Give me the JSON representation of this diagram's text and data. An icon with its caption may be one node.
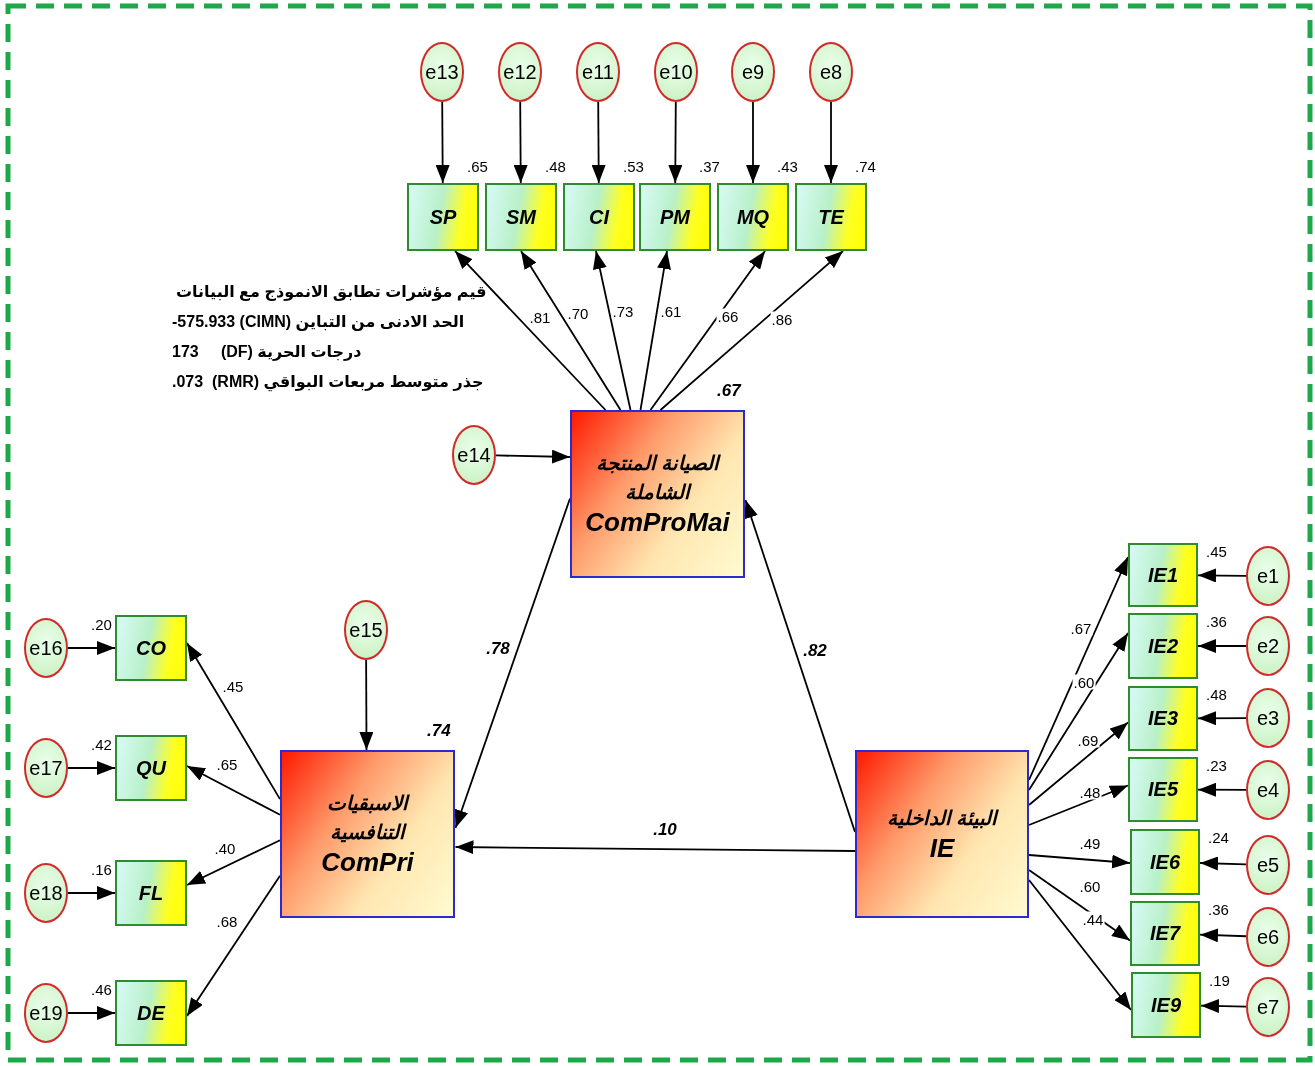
{
  "diagram": {
    "nodes": [
      {
        "text": [
          "الصيانة المنتجة الشاملة",
          "ComProMai"
        ],
        "beside": [
          ".67"
        ]
      },
      {
        "text": [
          "الاسبقيات التنافسية",
          "ComPri"
        ],
        "beside": [
          ".74"
        ]
      },
      {
        "text": [
          "البيئة الداخلية",
          "IE"
        ]
      },
      {
        "text": [
          "SP"
        ],
        "beside": [
          ".65"
        ]
      },
      {
        "text": [
          "SM"
        ],
        "beside": [
          ".48"
        ]
      },
      {
        "text": [
          "CI"
        ],
        "beside": [
          ".53"
        ]
      },
      {
        "text": [
          "PM"
        ],
        "beside": [
          ".37"
        ]
      },
      {
        "text": [
          "MQ"
        ],
        "beside": [
          ".43"
        ]
      },
      {
        "text": [
          "TE"
        ],
        "beside": [
          ".74"
        ]
      },
      {
        "text": [
          "IE1"
        ],
        "beside": [
          ".45"
        ]
      },
      {
        "text": [
          "IE2"
        ],
        "beside": [
          ".36"
        ]
      },
      {
        "text": [
          "IE3"
        ],
        "beside": [
          ".48"
        ]
      },
      {
        "text": [
          "IE5"
        ],
        "beside": [
          ".23"
        ]
      },
      {
        "text": [
          "IE6"
        ],
        "beside": [
          ".24"
        ]
      },
      {
        "text": [
          "IE7"
        ],
        "beside": [
          ".36"
        ]
      },
      {
        "text": [
          "IE9"
        ],
        "beside": [
          ".19"
        ]
      },
      {
        "text": [
          "CO"
        ],
        "beside": [
          ".20"
        ]
      },
      {
        "text": [
          "QU"
        ],
        "beside": [
          ".42"
        ]
      },
      {
        "text": [
          "FL"
        ],
        "beside": [
          ".16"
        ]
      },
      {
        "text": [
          "DE"
        ],
        "beside": [
          ".46"
        ]
      },
      {
        "text": [
          "e13"
        ]
      },
      {
        "text": [
          "e12"
        ]
      },
      {
        "text": [
          "e11"
        ]
      },
      {
        "text": [
          "e10"
        ]
      },
      {
        "text": [
          "e9"
        ]
      },
      {
        "text": [
          "e8"
        ]
      },
      {
        "text": [
          "e14"
        ]
      },
      {
        "text": [
          "e15"
        ]
      },
      {
        "text": [
          "e1"
        ]
      },
      {
        "text": [
          "e2"
        ]
      },
      {
        "text": [
          "e3"
        ]
      },
      {
        "text": [
          "e4"
        ]
      },
      {
        "text": [
          "e5"
        ]
      },
      {
        "text": [
          "e6"
        ]
      },
      {
        "text": [
          "e7"
        ]
      },
      {
        "text": [
          "e16"
        ]
      },
      {
        "text": [
          "e17"
        ]
      },
      {
        "text": [
          "e18"
        ]
      },
      {
        "text": [
          "e19"
        ]
      }
    ],
    "edges": [
      {
        "from": 0,
        "to": 3,
        "arrow": "to",
        "label": ".81"
      },
      {
        "from": 0,
        "to": 4,
        "arrow": "to",
        "label": ".70"
      },
      {
        "from": 0,
        "to": 5,
        "arrow": "to",
        "label": ".73"
      },
      {
        "from": 0,
        "to": 6,
        "arrow": "to",
        "label": ".61"
      },
      {
        "from": 0,
        "to": 7,
        "arrow": "to",
        "label": ".66"
      },
      {
        "from": 0,
        "to": 8,
        "arrow": "to",
        "label": ".86"
      },
      {
        "from": 2,
        "to": 9,
        "arrow": "to",
        "label": ".67"
      },
      {
        "from": 2,
        "to": 10,
        "arrow": "to",
        "label": ".60"
      },
      {
        "from": 2,
        "to": 11,
        "arrow": "to",
        "label": ".69"
      },
      {
        "from": 2,
        "to": 12,
        "arrow": "to",
        "label": ".48"
      },
      {
        "from": 2,
        "to": 13,
        "arrow": "to",
        "label": ".49"
      },
      {
        "from": 2,
        "to": 14,
        "arrow": "to",
        "label": ".60"
      },
      {
        "from": 2,
        "to": 15,
        "arrow": "to",
        "label": ".44"
      },
      {
        "from": 1,
        "to": 16,
        "arrow": "to",
        "label": ".45"
      },
      {
        "from": 1,
        "to": 17,
        "arrow": "to",
        "label": ".65"
      },
      {
        "from": 1,
        "to": 18,
        "arrow": "to",
        "label": ".40"
      },
      {
        "from": 1,
        "to": 19,
        "arrow": "to",
        "label": ".68"
      },
      {
        "from": 0,
        "to": 1,
        "arrow": "to",
        "label": ".78"
      },
      {
        "from": 2,
        "to": 0,
        "arrow": "to",
        "label": ".82"
      },
      {
        "from": 2,
        "to": 1,
        "arrow": "to",
        "label": ".10"
      },
      {
        "from": 20,
        "to": 3,
        "arrow": "to"
      },
      {
        "from": 21,
        "to": 4,
        "arrow": "to"
      },
      {
        "from": 22,
        "to": 5,
        "arrow": "to"
      },
      {
        "from": 23,
        "to": 6,
        "arrow": "to"
      },
      {
        "from": 24,
        "to": 7,
        "arrow": "to"
      },
      {
        "from": 25,
        "to": 8,
        "arrow": "to"
      },
      {
        "from": 26,
        "to": 0,
        "arrow": "to"
      },
      {
        "from": 27,
        "to": 1,
        "arrow": "to"
      },
      {
        "from": 28,
        "to": 9,
        "arrow": "to"
      },
      {
        "from": 29,
        "to": 10,
        "arrow": "to"
      },
      {
        "from": 30,
        "to": 11,
        "arrow": "to"
      },
      {
        "from": 31,
        "to": 12,
        "arrow": "to"
      },
      {
        "from": 32,
        "to": 13,
        "arrow": "to"
      },
      {
        "from": 33,
        "to": 14,
        "arrow": "to"
      },
      {
        "from": 34,
        "to": 15,
        "arrow": "to"
      },
      {
        "from": 35,
        "to": 16,
        "arrow": "to"
      },
      {
        "from": 36,
        "to": 17,
        "arrow": "to"
      },
      {
        "from": 37,
        "to": 18,
        "arrow": "to"
      },
      {
        "from": 38,
        "to": 19,
        "arrow": "to"
      }
    ],
    "labels": [
      "قيم مؤشرات تطابق الانموذج مع البيانات",
      "-575.933 (CIMN) الحد الادنى من التباين",
      "173     (DF) درجات الحرية",
      ".073  (RMR) جذر متوسط مربعات البواقي"
    ]
  }
}
